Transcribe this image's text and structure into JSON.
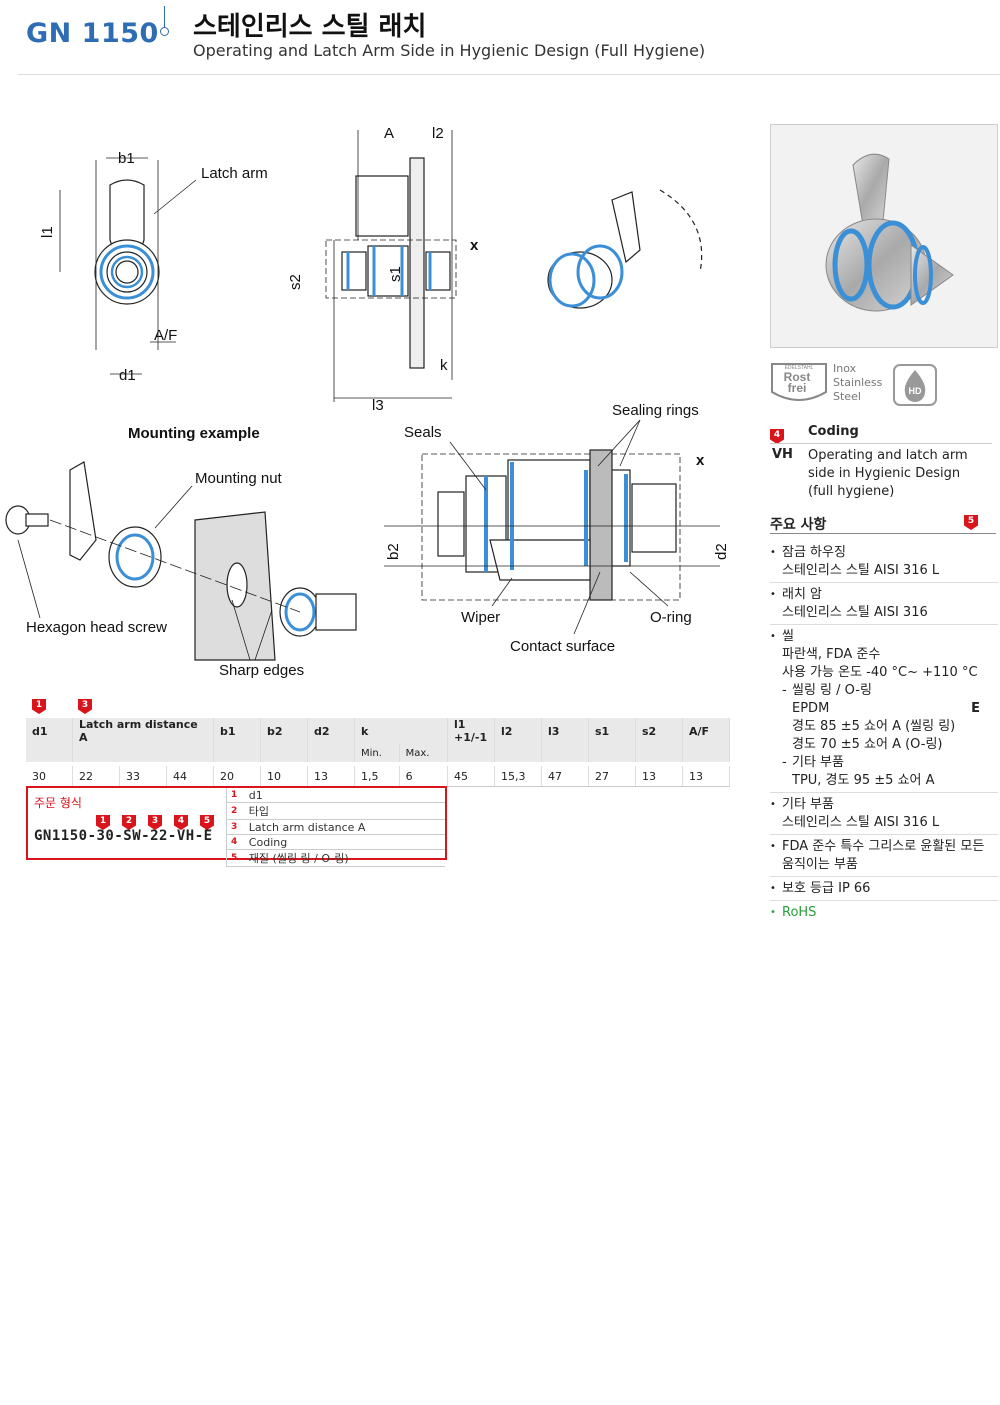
{
  "header": {
    "code": "GN 1150",
    "title_ko": "스테인리스 스틸 래치",
    "title_en": "Operating and Latch Arm Side in Hygienic Design (Full Hygiene)"
  },
  "drawing_labels": {
    "latch_arm": "Latch arm",
    "b1": "b1",
    "l1": "l1",
    "af": "A/F",
    "d1": "d1",
    "A": "A",
    "l2": "l2",
    "x": "x",
    "s2": "s2",
    "s1": "s1",
    "k": "k",
    "l3": "l3",
    "mounting_example": "Mounting example",
    "mounting_nut": "Mounting nut",
    "hexagon_head_screw": "Hexagon head screw",
    "sharp_edges": "Sharp edges",
    "seals": "Seals",
    "sealing_rings": "Sealing rings",
    "b2": "b2",
    "d2": "d2",
    "wiper": "Wiper",
    "o_ring": "O-ring",
    "contact_surface": "Contact surface"
  },
  "badges": {
    "rost": "Rost",
    "frei": "frei",
    "edelstahl": "EDELSTAHL",
    "inox": "Inox",
    "stainless": "Stainless",
    "steel": "Steel",
    "hd": "HD"
  },
  "coding": {
    "marker": "4",
    "title": "Coding",
    "code": "VH",
    "description": "Operating and latch arm side in Hygienic Design (full hygiene)"
  },
  "features": {
    "marker": "5",
    "title": "주요 사항",
    "housing_title": "잠금 하우징",
    "housing_value": "스테인리스 스틸 AISI 316 L",
    "arm_title": "래치 암",
    "arm_value": "스테인리스 스틸 AISI 316",
    "seal_title": "씰",
    "seal_line1": "파란색, FDA 준수",
    "seal_line2": "사용 가능 온도 -40 °C~ +110 °C",
    "seal_sub1": "씰링 링 / O-링",
    "seal_epdm": "EPDM",
    "seal_epdm_code": "E",
    "seal_hard1": "경도 85 ±5 쇼어 A (씰링 링)",
    "seal_hard2": "경도 70 ±5 쇼어 A (O-링)",
    "seal_sub2": "기타 부품",
    "seal_tpu": "TPU, 경도 95 ±5 쇼어 A",
    "other_title": "기타 부품",
    "other_value": "스테인리스 스틸 AISI 316 L",
    "grease": "FDA 준수 특수 그리스로 윤활된 모든 움직이는 부품",
    "ip": "보호 등급 IP 66",
    "rohs": "RoHS"
  },
  "table": {
    "markers": [
      "1",
      "3"
    ],
    "headers": [
      "d1",
      "Latch arm distance A",
      "b1",
      "b2",
      "d2",
      "k",
      "l1 +1/-1",
      "l2",
      "l3",
      "s1",
      "s2",
      "A/F"
    ],
    "k_sub": [
      "Min.",
      "Max."
    ],
    "row": [
      "30",
      "22",
      "33",
      "44",
      "20",
      "10",
      "13",
      "1,5",
      "6",
      "45",
      "15,3",
      "47",
      "27",
      "13",
      "13"
    ]
  },
  "order": {
    "title": "주문 형식",
    "markers": [
      "1",
      "2",
      "3",
      "4",
      "5"
    ],
    "code": "GN1150-30-SW-22-VH-E",
    "items": [
      {
        "n": "1",
        "t": "d1"
      },
      {
        "n": "2",
        "t": "타입"
      },
      {
        "n": "3",
        "t": "Latch arm distance A"
      },
      {
        "n": "4",
        "t": "Coding"
      },
      {
        "n": "5",
        "t": "재질 (씰링 링 / O-링)"
      }
    ]
  }
}
